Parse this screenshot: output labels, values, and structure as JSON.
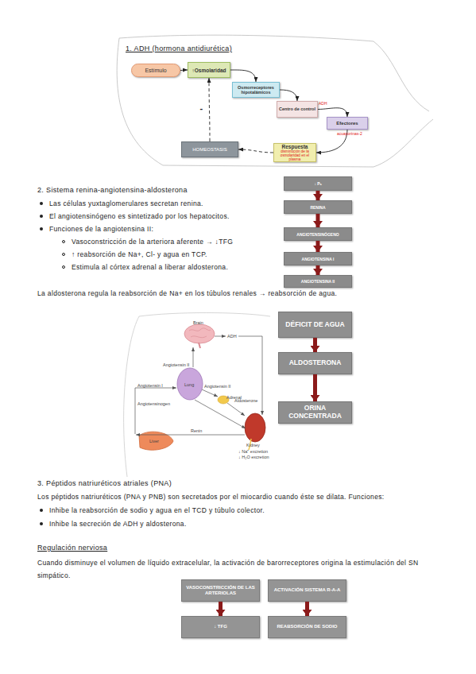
{
  "diagram": {
    "nodes": [
      {
        "text": [
          "Estímulo"
        ]
      },
      {
        "text": [
          "↑Osmolaridad"
        ]
      },
      {
        "text": [
          "Osmorreceptores hipotalámicos"
        ]
      },
      {
        "text": [
          "Centro de control"
        ]
      },
      {
        "text": [
          "Efectores"
        ]
      },
      {
        "text": [
          "HOMEOSTASIS"
        ]
      },
      {
        "text": [
          "Respuesta",
          "disminución de la osmolaridad en el plasma"
        ]
      },
      {
        "text": [
          "↓ Pₐ"
        ]
      },
      {
        "text": [
          "RENINA"
        ]
      },
      {
        "text": [
          "ANGIOTENSINÓGENO"
        ]
      },
      {
        "text": [
          "ANGIOTENSINA I"
        ]
      },
      {
        "text": [
          "ANGIOTENSINA II"
        ]
      },
      {
        "text": [
          "DÉFICIT DE AGUA"
        ]
      },
      {
        "text": [
          "ALDOSTERONA"
        ]
      },
      {
        "text": [
          "ORINA CONCENTRADA"
        ]
      },
      {
        "text": [
          "VASOCONSTRICCIÓN DE LAS ARTERIOLAS"
        ]
      },
      {
        "text": [
          "ACTIVACIÓN SISTEMA R-A-A"
        ]
      },
      {
        "text": [
          "↓ TFG"
        ]
      },
      {
        "text": [
          "REABSORCIÓN DE SODIO"
        ]
      }
    ],
    "edges": [
      {
        "from": 0,
        "to": 1,
        "arrow": "to"
      },
      {
        "from": 1,
        "to": 2,
        "arrow": "to"
      },
      {
        "from": 2,
        "to": 3,
        "arrow": "to"
      },
      {
        "from": 3,
        "to": 4,
        "arrow": "to"
      },
      {
        "from": 4,
        "to": 6,
        "arrow": "to"
      },
      {
        "from": 6,
        "to": 5,
        "arrow": "to"
      },
      {
        "from": 5,
        "to": 1,
        "label": "-",
        "arrow": "to"
      },
      {
        "from": 7,
        "to": 8,
        "arrow": "to"
      },
      {
        "from": 8,
        "to": 9,
        "arrow": "to"
      },
      {
        "from": 9,
        "to": 10,
        "arrow": "to"
      },
      {
        "from": 10,
        "to": 11,
        "arrow": "to"
      },
      {
        "from": 12,
        "to": 13,
        "arrow": "to"
      },
      {
        "from": 13,
        "to": 14,
        "arrow": "to"
      },
      {
        "from": 15,
        "to": 17,
        "arrow": "to"
      },
      {
        "from": 16,
        "to": 18,
        "arrow": "to"
      }
    ],
    "labels": [
      "1. ADH (hormona antidiurética)",
      "ADH",
      "acuaporinas-2",
      "2. Sistema renina-angiotensina-aldosterona",
      "Las células yuxtaglomerulares secretan renina.",
      "El angiotensinógeno es sintetizado por los hepatocitos.",
      "Funciones de la angiotensina II:",
      "Vasoconstricción de la arteriora aferente → ↓TFG",
      "↑ reabsorción de Na+, Cl- y agua en TCP.",
      "Estimula al córtex adrenal a liberar aldosterona.",
      "La aldosterona regula la reabsorción de Na+ en los túbulos renales → reabsorción de agua.",
      "Brain",
      "ADH",
      "Angiotensin II",
      "Lung",
      "Angiotensin II",
      "Angiotensin I",
      "Adrenal",
      "Angiotensinogen",
      "Aldosterone",
      "Liver",
      "Renin",
      "Kidney",
      "↓ Na⁺ excretion",
      "↓ H₂O excretion",
      "3. Péptidos natriuréticos atriales (PNA)",
      "Los péptidos natriuréticos (PNA y PNB) son secretados por el miocardio cuando éste se dilata. Funciones:",
      "Inhibe la reabsorción de sodio y agua en el TCD y túbulo colector.",
      "Inhibe la secreción de ADH y aldosterona.",
      "Regulación nerviosa",
      "Cuando disminuye el volumen de líquido extracelular, la activación de barorreceptores origina la estimulación del SN simpático."
    ]
  }
}
